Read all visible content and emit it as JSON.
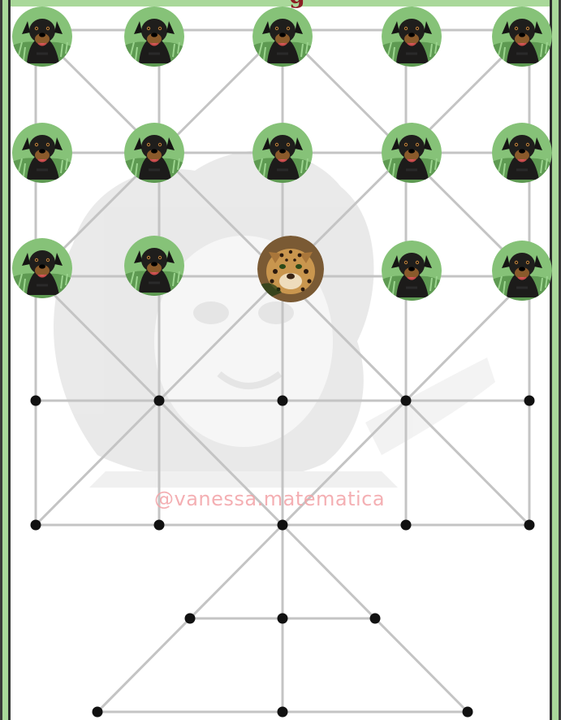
{
  "title_fragment": "g",
  "watermark": "@vanessa.matematica",
  "pieces": {
    "dog_icon": "rottweiler-dog",
    "jaguar_icon": "jaguar-cat",
    "dog_count": 14,
    "jaguar_count": 1
  },
  "colors": {
    "frame": "#a9d89a",
    "line": "#c4c4c4",
    "dot": "#111111",
    "watermark": "#f3a2a6",
    "title": "#8b1f24"
  }
}
